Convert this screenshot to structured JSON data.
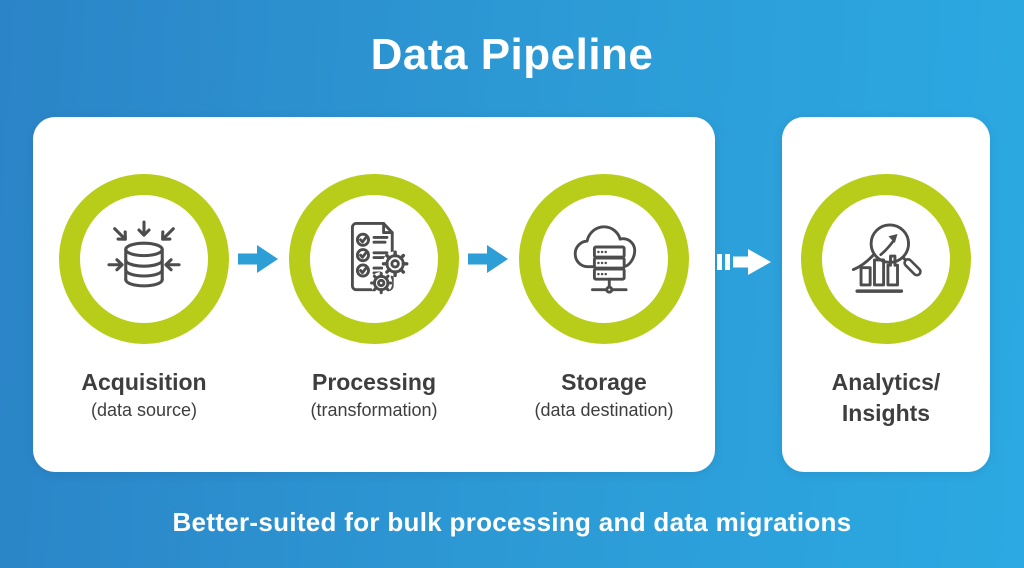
{
  "title": "Data Pipeline",
  "caption": "Better-suited for bulk processing and data migrations",
  "stages": [
    {
      "label": "Acquisition",
      "sublabel": "(data source)",
      "icon": "database-intake-icon"
    },
    {
      "label": "Processing",
      "sublabel": "(transformation)",
      "icon": "checklist-gears-icon"
    },
    {
      "label": "Storage",
      "sublabel": "(data destination)",
      "icon": "cloud-server-icon"
    },
    {
      "label": "Analytics/",
      "label_line2": "Insights",
      "icon": "magnifier-analytics-icon"
    }
  ],
  "icons": [
    "database-intake-icon",
    "checklist-gears-icon",
    "cloud-server-icon",
    "magnifier-analytics-icon",
    "arrow-right-icon",
    "fast-forward-arrow-icon"
  ],
  "colors": {
    "background_left": "#2b84c7",
    "background_right": "#2ca9e2",
    "ring_green": "#b8cd19",
    "arrow_blue": "#2d9ed6",
    "icon_stroke_gray": "#4d4d4d",
    "label_gray": "#3e3e3e",
    "panel_white": "#ffffff"
  }
}
